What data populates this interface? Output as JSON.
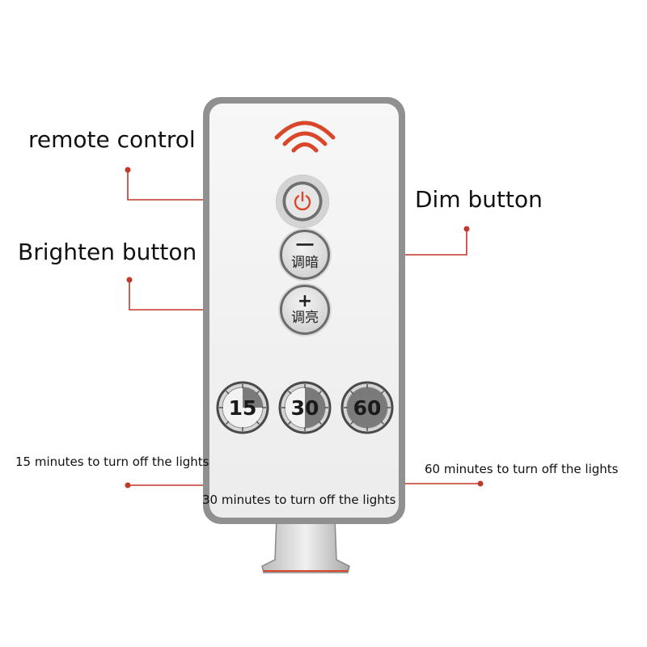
{
  "labels": {
    "remote_control": "remote control",
    "dim_button": "Dim button",
    "brighten_button": "Brighten button",
    "min15": "15 minutes to turn off the lights",
    "min30": "30 minutes to turn off the lights",
    "min60": "60 minutes to turn off the lights"
  },
  "buttons": {
    "dim_sign": "一",
    "dim_text": "调暗",
    "brighten_sign": "+",
    "brighten_text": "调亮"
  },
  "timers": {
    "t15": "15",
    "t30": "30",
    "t60": "60"
  },
  "colors": {
    "accent": "#d9472b",
    "leader_line": "#c0392b",
    "body_border": "#909090"
  },
  "icons": {
    "signal": "infrared-signal-icon",
    "power": "power-icon"
  }
}
